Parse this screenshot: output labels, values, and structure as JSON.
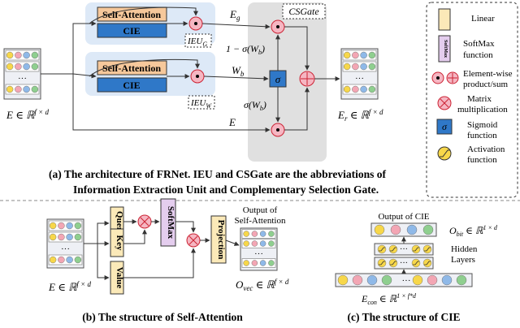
{
  "colors": {
    "ieu_bg": "#dde9f7",
    "csgate_bg": "#e0e0e0",
    "self_attention_fill": "#f6c89b",
    "cie_fill": "#2f78c8",
    "linear_fill": "#fbe9b8",
    "softmax_fill": "#e4cdee",
    "yellow": "#f7d74a",
    "pink": "#f3a6b4",
    "blue": "#8fb9e8",
    "green": "#8fcf8f",
    "circle_stroke": "#cc2233",
    "sigmoid_fill": "#2f78c8"
  },
  "panel_a": {
    "input_label": "E ∈ ℝ",
    "input_sup": "f × d",
    "output_label": "E",
    "output_sub": "r",
    "output_suffix": " ∈ ℝ",
    "output_sup": "f × d",
    "self_attention": "Self-Attention",
    "cie": "CIE",
    "ieu_g": "IEU",
    "ieu_g_sub": "G",
    "ieu_w": "IEU",
    "ieu_w_sub": "W",
    "csgate": "CSGate",
    "eg": "E",
    "eg_sub": "g",
    "wb": "W",
    "wb_sub": "b",
    "one_minus_sigma": "1 − σ(W",
    "sigma_wb": "σ(W",
    "sigma_close_sub": "b",
    "sigma": "σ",
    "e_bottom": "E",
    "ellipsis": "···",
    "caption_line1": "(a)  The architecture  of  FRNet. IEU and CSGate are the abbreviations of",
    "caption_line2": "Information  Extraction Unit and Complementary Selection Gate."
  },
  "legend": {
    "linear": "Linear",
    "softmax_box": "SoftMax",
    "softmax_line1": "SoftMax",
    "softmax_line2": "function",
    "elementwise_line1": "Element-wise",
    "elementwise_line2": "product/sum",
    "matrix_line1": "Matrix",
    "matrix_line2": "multiplication",
    "sigmoid_line1": "Sigmoid",
    "sigmoid_line2": "function",
    "activation_line1": "Activation",
    "activation_line2": "function"
  },
  "panel_b": {
    "query": "Query",
    "key": "Key",
    "value": "Value",
    "softmax": "SoftMax",
    "projection": "Projection",
    "output_line1": "Output of",
    "output_line2": "Self-Attention",
    "input_label": "E ∈ ℝ",
    "input_sup": "f × d",
    "o_vec": "O",
    "o_vec_sub": "vec",
    "o_vec_suffix": " ∈ ℝ",
    "o_vec_sup": "f × d",
    "caption": "(b) The structure  of Self-Attention"
  },
  "panel_c": {
    "output_of_cie": "Output of  CIE",
    "o_bit": "O",
    "o_bit_sub": "bit",
    "o_bit_suffix": " ∈ ℝ",
    "o_bit_sup": "1 × d",
    "hidden_line1": "Hidden",
    "hidden_line2": "Layers",
    "e_con": "E",
    "e_con_sub": "con",
    "e_con_suffix": " ∈ ℝ",
    "e_con_sup": "1 × f*d",
    "caption": "(c) The structure  of CIE"
  }
}
